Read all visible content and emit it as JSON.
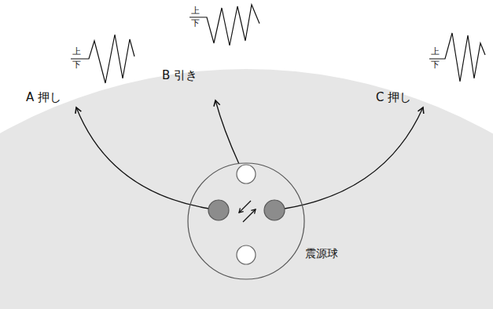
{
  "diagram": {
    "nodes": [
      {
        "text": [
          "震源球"
        ]
      }
    ],
    "labels": [
      "A 押し",
      "上",
      "下",
      "B 引き",
      "上",
      "下",
      "C 押し",
      "上",
      "下"
    ]
  }
}
